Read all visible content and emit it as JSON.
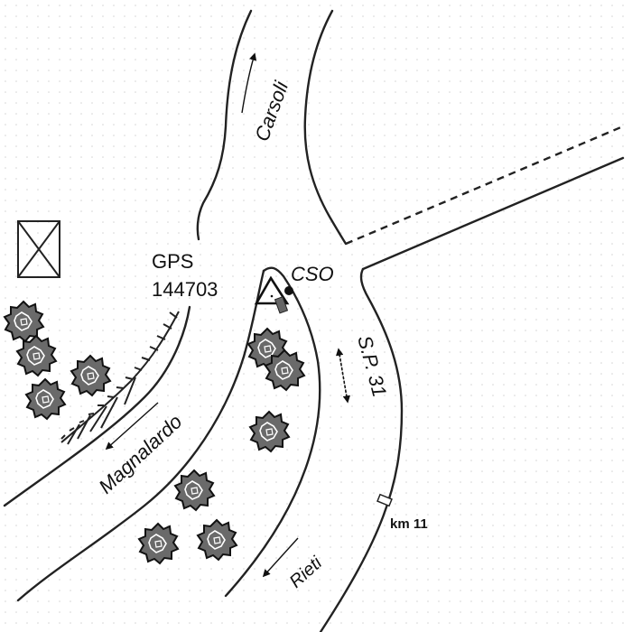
{
  "map": {
    "labels": {
      "carsoli": "Carsoli",
      "gps_line1": "GPS",
      "gps_line2": "144703",
      "cso": "CSO",
      "sp31": "S.P. 31",
      "magnalardo": "Magnalardo",
      "rieti": "Rieti",
      "km": "km 11"
    },
    "colors": {
      "background": "#ffffff",
      "road_line": "#222222",
      "tree_fill": "#6a6a6a",
      "tree_outline": "#111111"
    },
    "icons": [
      "cross-box-icon",
      "triangle-marker-icon",
      "location-dot-icon",
      "direction-arrow-icon",
      "tree-icon",
      "embankment-hatch",
      "km-post-icon"
    ]
  }
}
